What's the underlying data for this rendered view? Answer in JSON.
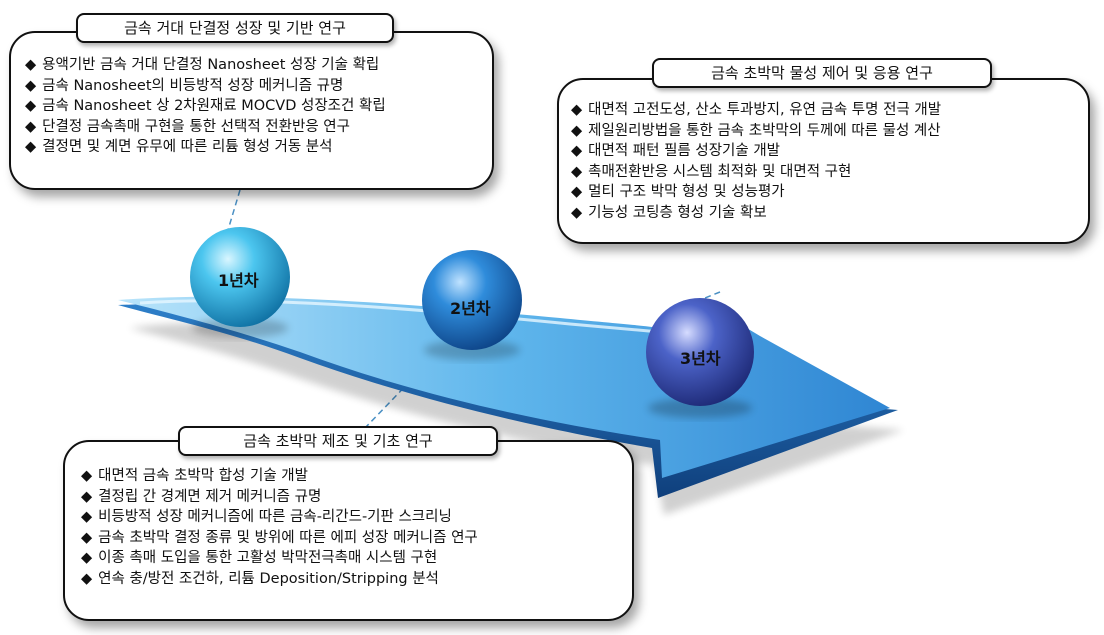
{
  "panels": [
    {
      "id": "p1",
      "title": "금속 거대 단결정 성장 및 기반 연구",
      "items": [
        "용액기반 금속 거대 단결정 Nanosheet 성장 기술 확립",
        "금속 Nanosheet의 비등방적 성장 메커니즘 규명",
        "금속 Nanosheet 상 2차원재료 MOCVD 성장조건 확립",
        "단결정 금속촉매 구현을 통한 선택적 전환반응 연구",
        "결정면 및 계면 유무에 따른 리튬 형성 거동 분석"
      ]
    },
    {
      "id": "p2",
      "title": "금속 초박막 제조 및 기초 연구",
      "items": [
        "대면적 금속 초박막 합성 기술 개발",
        "결정립 간 경계면 제거 메커니즘 규명",
        "비등방적 성장 메커니즘에 따른 금속-리간드-기판 스크리닝",
        "금속 초박막 결정 종류 및 방위에 따른 에피 성장 메커니즘 연구",
        "이종 촉매 도입을 통한 고활성 박막전극촉매 시스템 구현",
        "연속 충/방전 조건하, 리튬 Deposition/Stripping 분석"
      ]
    },
    {
      "id": "p3",
      "title": "금속 초박막 물성 제어 및 응용 연구",
      "items": [
        "대면적 고전도성, 산소 투과방지, 유연 금속 투명 전극 개발",
        "제일원리방법을 통한 금속 초박막의 두께에 따른 물성 계산",
        "대면적 패턴 필름 성장기술 개발",
        "촉매전환반응 시스템 최적화 및 대면적 구현",
        "멀티 구조 박막 형성 및 성능평가",
        "기능성 코팅층 형성 기술 확보"
      ]
    }
  ],
  "bullet": "◆",
  "years": [
    "1년차",
    "2년차",
    "3년차"
  ],
  "colors": {
    "arrow_light": "#8fd0f5",
    "arrow_mid": "#3a9be0",
    "arrow_dark": "#1c5ea8",
    "sphere1": "#2fb7e6",
    "sphere2": "#1e78c9",
    "sphere3": "#3a4fb0",
    "connector": "#4a90c4"
  }
}
